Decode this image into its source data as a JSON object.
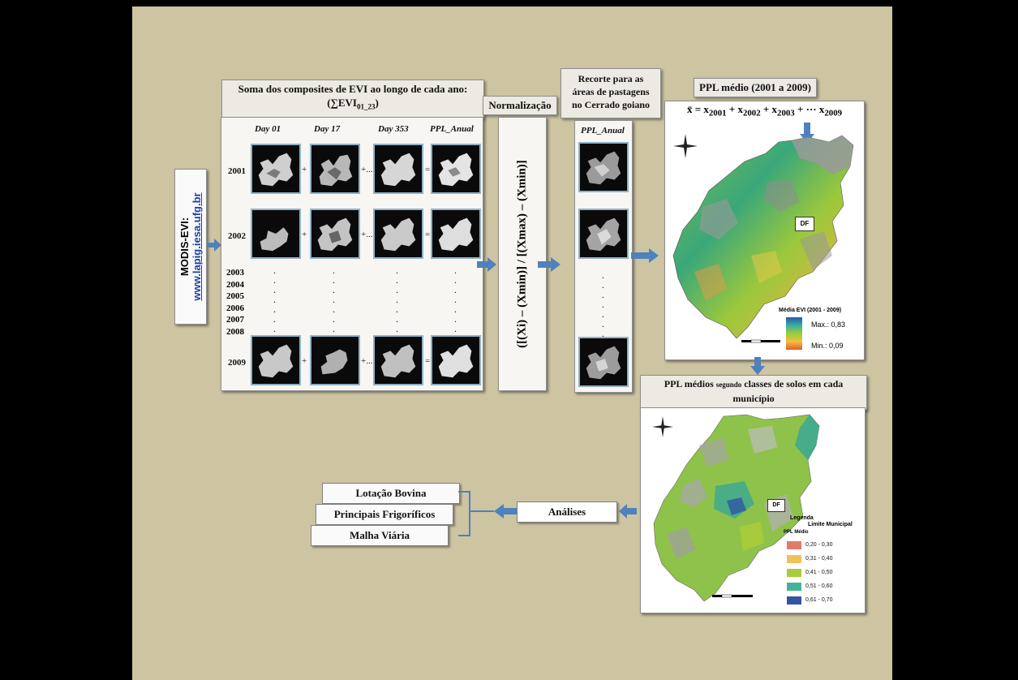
{
  "modis": {
    "title": "MODIS-EVI:",
    "url": "www.lapig.iesa.ufg.br"
  },
  "evi_sum": {
    "header_line1": "Soma dos composites de EVI ao longo de cada ano:",
    "header_formula_prefix": "(∑EVI",
    "header_formula_sub": "01_23",
    "header_formula_suffix": ")",
    "columns": [
      "Day 01",
      "Day 17",
      "Day 353",
      "PPL_Anual"
    ],
    "years_shown": [
      "2001",
      "2002",
      "2009"
    ],
    "years_list": [
      "2003",
      "2004",
      "2005",
      "2006",
      "2007",
      "2008"
    ],
    "op_plus": "+",
    "op_plus_dots": "+...",
    "op_equals": "="
  },
  "normalization": {
    "header": "Normalização",
    "formula": "([(Xi) – (Xmin)] / [(Xmax) – (Xmin)]"
  },
  "recorte": {
    "header_line1": "Recorte para as",
    "header_line2": "áreas de pastagens",
    "header_line3": "no Cerrado goiano",
    "column": "PPL_Anual"
  },
  "ppl_medio": {
    "header": "PPL médio (2001 a 2009)",
    "formula_lhs": "x̄ =",
    "formula_terms": [
      {
        "base": "x",
        "sub": "2001"
      },
      {
        "base": "x",
        "sub": "2002"
      },
      {
        "base": "x",
        "sub": "2003"
      },
      {
        "base": "x",
        "sub": "2009"
      }
    ],
    "formula_plus": "+",
    "formula_plus_dots": "+ ···",
    "df_label": "DF",
    "legend_title": "Média EVI (2001 - 2009)",
    "legend_max": "Max.: 0,83",
    "legend_min": "Min.: 0,09"
  },
  "ppl_solos": {
    "header_line1_a": "PPL médios",
    "header_line1_b": "segundo",
    "header_line1_c": "classes  de solos em cada",
    "header_line2": "município",
    "df_label": "DF",
    "legend_title": "Legenda",
    "legend_limit": "Limite Municipal",
    "legend_sub": "PPL Médio",
    "classes": [
      {
        "label": "0,20 - 0,30",
        "color": "#e07b6a"
      },
      {
        "label": "0,31 - 0,40",
        "color": "#f0c05a"
      },
      {
        "label": "0,41 - 0,50",
        "color": "#a8cc3a"
      },
      {
        "label": "0,51 - 0,60",
        "color": "#42b49a"
      },
      {
        "label": "0,61 - 0,70",
        "color": "#3454a6"
      }
    ]
  },
  "analises": {
    "label": "Análises"
  },
  "outputs": [
    "Lotação Bovina",
    "Principais Frigoríficos",
    "Malha Viária"
  ],
  "colors": {
    "slide_bg": "#cdc4a2",
    "arrow": "#4f81bd",
    "link": "#1f3fa8"
  }
}
